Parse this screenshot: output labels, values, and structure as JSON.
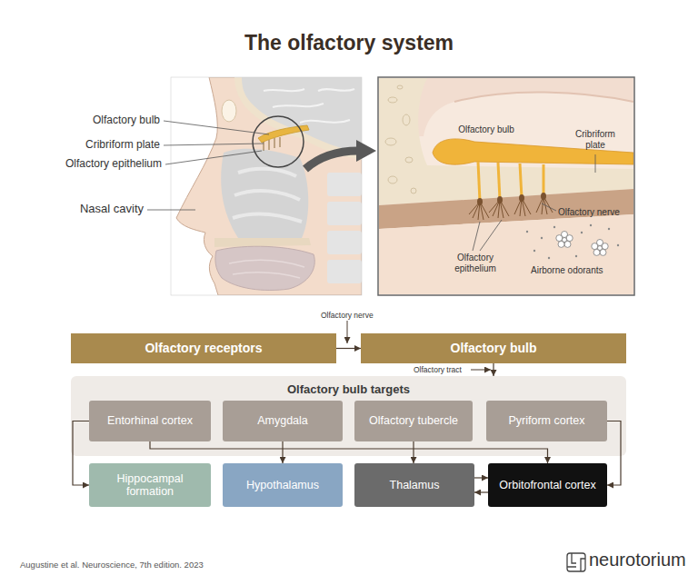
{
  "diagram": {
    "title": "The olfactory system",
    "caption": "Augustine et al. Neuroscience, 7th edition. 2023",
    "nodes": [
      {
        "text": [
          "Olfactory receptors"
        ]
      },
      {
        "text": [
          "Olfactory bulb"
        ]
      },
      {
        "text": [
          "Olfactory bulb targets"
        ]
      },
      {
        "text": [
          "Entorhinal cortex"
        ],
        "in": 2
      },
      {
        "text": [
          "Amygdala"
        ],
        "in": 2
      },
      {
        "text": [
          "Olfactory tubercle"
        ],
        "in": 2
      },
      {
        "text": [
          "Pyriform cortex"
        ],
        "in": 2
      },
      {
        "text": [
          "Hippocampal formation"
        ]
      },
      {
        "text": [
          "Hypothalamus"
        ]
      },
      {
        "text": [
          "Thalamus"
        ]
      },
      {
        "text": [
          "Orbitofrontal cortex"
        ]
      }
    ],
    "edges": [
      {
        "from": 0,
        "to": 1,
        "label": "Olfactory nerve",
        "arrow": "to"
      },
      {
        "from": 1,
        "to": 2,
        "label": "Olfactory tract",
        "arrow": "to"
      },
      {
        "from": 3,
        "to": 7,
        "arrow": "to"
      },
      {
        "from": 4,
        "to": 8,
        "arrow": "to"
      },
      {
        "from": 5,
        "to": 9,
        "arrow": "to"
      },
      {
        "from": 6,
        "to": 10,
        "arrow": "to"
      },
      {
        "from": 3,
        "to": 10,
        "arrow": "to"
      },
      {
        "from": 9,
        "to": 10,
        "arrow": "to"
      },
      {
        "from": 10,
        "to": 9,
        "arrow": "to"
      }
    ],
    "labels": [
      "Olfactory bulb",
      "Cribriform plate",
      "Olfactory epithelium",
      "Nasal cavity",
      "Olfactory bulb",
      "Cribriform plate",
      "Olfactory nerve",
      "Olfactory epithelium",
      "Airborne odorants",
      "neurotorium"
    ]
  }
}
